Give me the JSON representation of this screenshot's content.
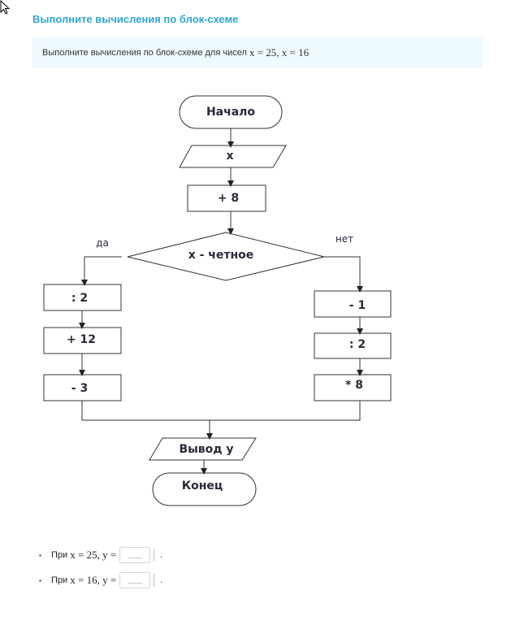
{
  "header": {
    "title": "Выполните вычисления по блок-схеме"
  },
  "task": {
    "text": "Выполните вычисления по блок-схеме для чисел",
    "math": "x = 25, x = 16"
  },
  "flowchart": {
    "start": "Начало",
    "input": "x",
    "add8": "+ 8",
    "condition": "x - четное",
    "yes_label": "да",
    "no_label": "нет",
    "yes_steps": [
      ": 2",
      "+ 12",
      "- 3"
    ],
    "no_steps": [
      "- 1",
      ": 2",
      "* 8"
    ],
    "output": "Вывод y",
    "end": "Конец"
  },
  "answers": [
    {
      "prefix": "При",
      "math": "x = 25, y =",
      "value": "",
      "suffix": "."
    },
    {
      "prefix": "При",
      "math": "x = 16, y =",
      "value": "",
      "suffix": "."
    }
  ]
}
